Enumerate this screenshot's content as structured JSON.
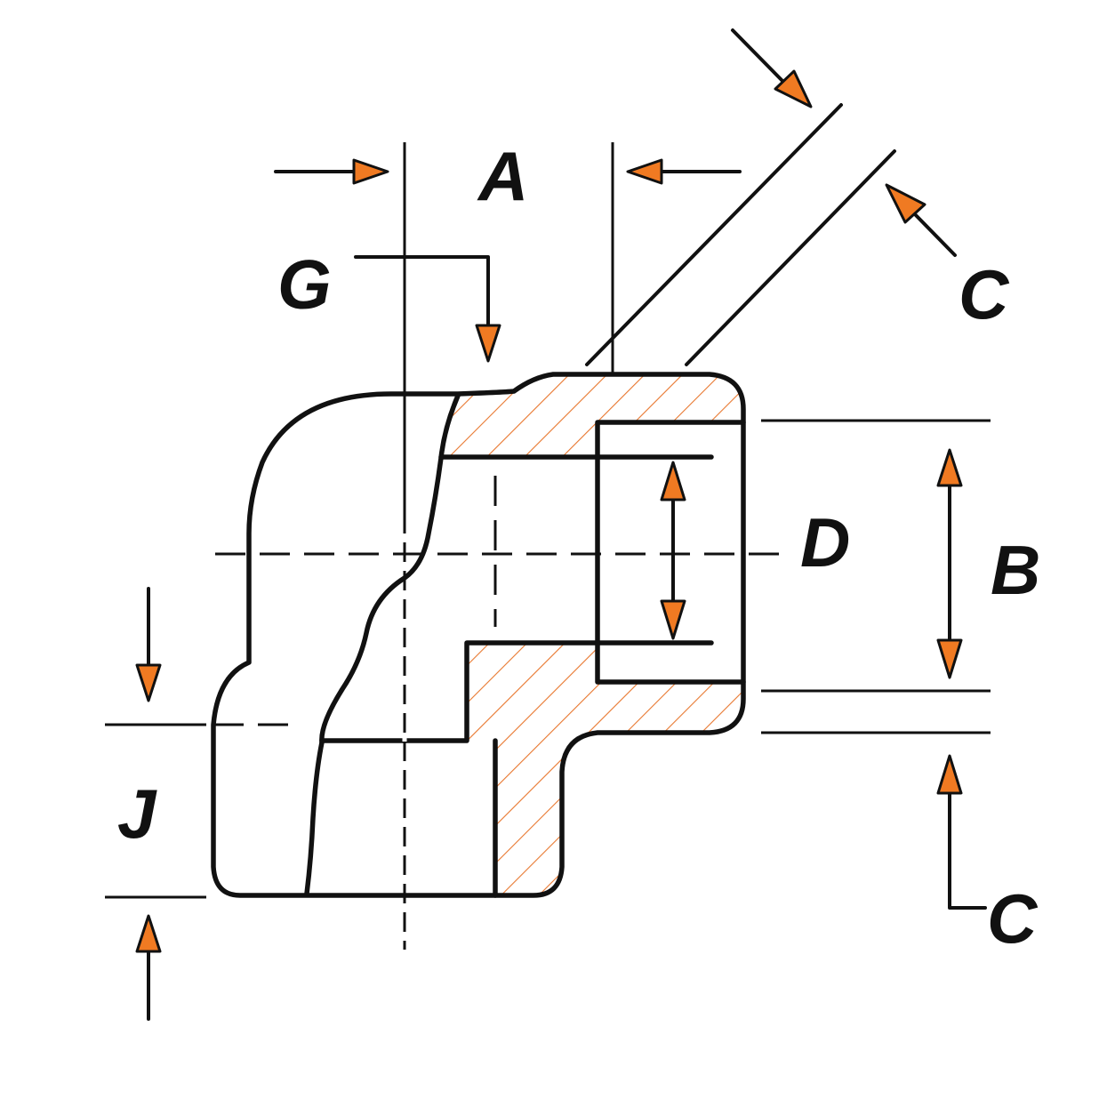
{
  "colors": {
    "line": "#111111",
    "accent": "#f07a22",
    "hatch": "#e8772e",
    "background": "#ffffff"
  },
  "labels": {
    "a": "A",
    "b": "B",
    "c_top": "C",
    "c_bottom": "C",
    "d": "D",
    "g": "G",
    "j": "J"
  }
}
